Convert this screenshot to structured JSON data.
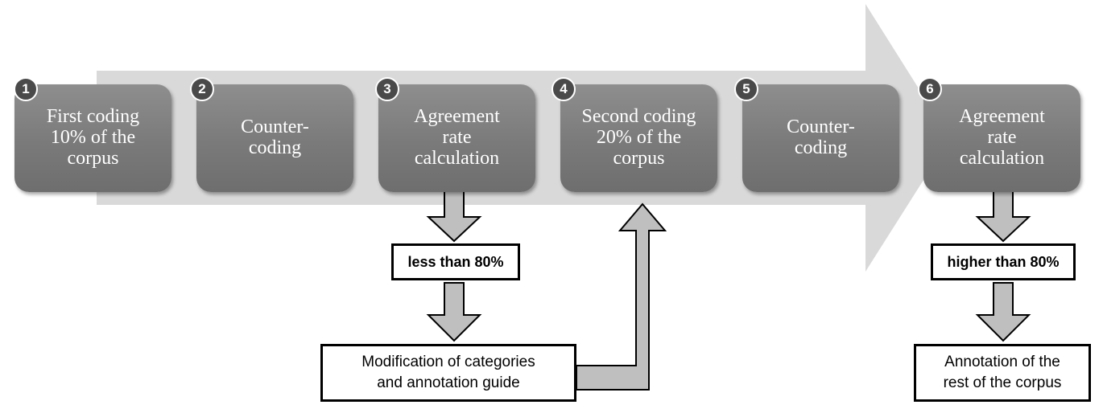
{
  "steps": [
    {
      "number": "1",
      "label": "First coding\n10% of the\ncorpus"
    },
    {
      "number": "2",
      "label": "Counter-\ncoding"
    },
    {
      "number": "3",
      "label": "Agreement\nrate\ncalculation"
    },
    {
      "number": "4",
      "label": "Second coding\n20% of the\ncorpus"
    },
    {
      "number": "5",
      "label": "Counter-\ncoding"
    },
    {
      "number": "6",
      "label": "Agreement\nrate\ncalculation"
    }
  ],
  "outcomes": {
    "low_threshold": "less than 80%",
    "low_action": "Modification of categories\nand annotation guide",
    "high_threshold": "higher than 80%",
    "high_action": "Annotation of the\nrest of the corpus"
  },
  "colors": {
    "big_arrow": "#d9d9d9",
    "step_fill": "#7f7f7f",
    "small_arrow_fill": "#bfbfbf",
    "outline": "#000000"
  }
}
